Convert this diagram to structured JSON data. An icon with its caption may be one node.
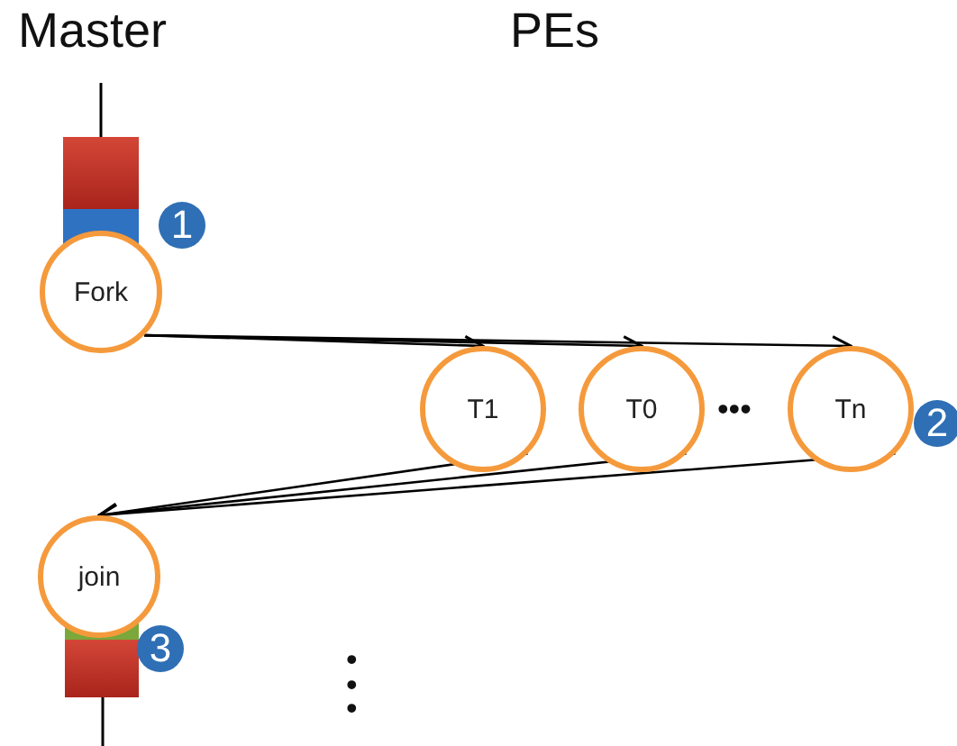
{
  "diagram": {
    "nodes": [
      {
        "text": [
          "Fork"
        ]
      },
      {
        "text": [
          "T1"
        ]
      },
      {
        "text": [
          "T0"
        ]
      },
      {
        "text": [
          "Tn"
        ]
      },
      {
        "text": [
          "join"
        ]
      }
    ],
    "edges": [
      {
        "from": 0,
        "to": 1,
        "arrow": "to"
      },
      {
        "from": 0,
        "to": 2,
        "arrow": "to"
      },
      {
        "from": 0,
        "to": 3,
        "arrow": "to"
      },
      {
        "from": 1,
        "to": 4,
        "arrow": "to"
      },
      {
        "from": 2,
        "to": 4,
        "arrow": "to"
      },
      {
        "from": 3,
        "to": 4,
        "arrow": "to"
      }
    ],
    "labels": [
      "Master",
      "PEs",
      "1",
      "•••",
      "2",
      "3",
      "•••"
    ]
  }
}
